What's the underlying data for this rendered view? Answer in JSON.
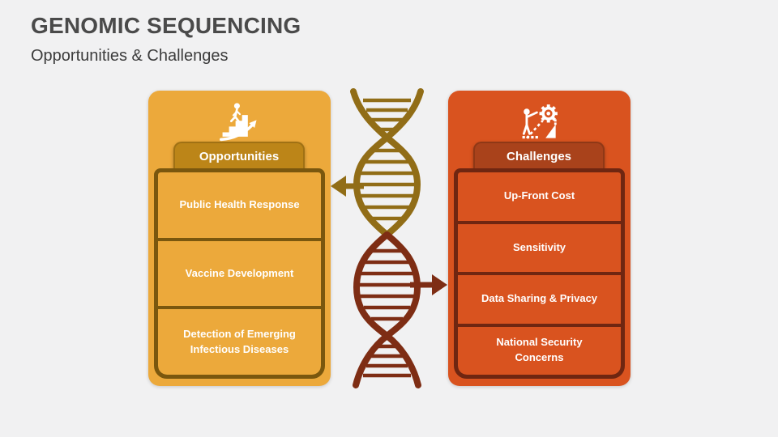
{
  "slide": {
    "title": "GENOMIC SEQUENCING",
    "subtitle": "Opportunities & Challenges"
  },
  "opportunities": {
    "header": "Opportunities",
    "icon": "growth-stairs-icon",
    "items": [
      "Public Health Response",
      "Vaccine Development",
      "Detection of Emerging Infectious Diseases"
    ]
  },
  "challenges": {
    "header": "Challenges",
    "icon": "pushing-gear-uphill-icon",
    "items": [
      "Up-Front Cost",
      "Sensitivity",
      "Data Sharing & Privacy",
      "National Security Concerns"
    ]
  },
  "center_graphic": "dna-double-helix",
  "colors": {
    "background": "#F1F1F2",
    "title_text": "#4A4A4A",
    "opportunities_panel": "#ECA93B",
    "opportunities_tab": "#BC8518",
    "opportunities_border": "#7A570E",
    "challenges_panel": "#D9531F",
    "challenges_tab": "#A9421B",
    "challenges_border": "#6F2611",
    "helix_top": "#916D17",
    "helix_bottom": "#7E2D14",
    "item_text": "#FFFFFF"
  }
}
